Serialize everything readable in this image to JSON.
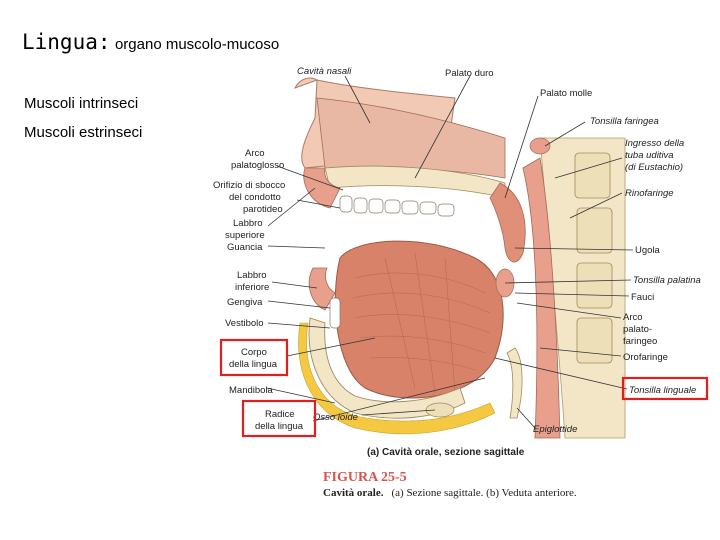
{
  "slide": {
    "title": "Lingua:",
    "subtitle": "organo muscolo-mucoso",
    "bullets": [
      "Muscoli intrinseci",
      "Muscoli estrinseci"
    ]
  },
  "figure": {
    "labels": {
      "cavita_nasali": "Cavità nasali",
      "palato_duro": "Palato duro",
      "palato_molle": "Palato molle",
      "tonsilla_faringea": "Tonsilla faringea",
      "arco_palatoglosso_1": "Arco",
      "arco_palatoglosso_2": "palatoglosso",
      "orifizio_1": "Orifizio di sbocco",
      "orifizio_2": "del condotto",
      "orifizio_3": "parotideo",
      "ingresso_1": "Ingresso della",
      "ingresso_2": "tuba uditiva",
      "ingresso_3": "(di Eustachio)",
      "labbro_sup_1": "Labbro",
      "labbro_sup_2": "superiore",
      "guancia": "Guancia",
      "rinofaringe": "Rinofaringe",
      "ugola": "Ugola",
      "labbro_inf_1": "Labbro",
      "labbro_inf_2": "inferiore",
      "tonsilla_palatina": "Tonsilla palatina",
      "gengiva": "Gengiva",
      "fauci": "Fauci",
      "vestibolo": "Vestibolo",
      "arco_palatofaringeo_1": "Arco",
      "arco_palatofaringeo_2": "palato-",
      "arco_palatofaringeo_3": "faringeo",
      "corpo_1": "Corpo",
      "corpo_2": "della lingua",
      "orofaringe": "Orofaringe",
      "mandibola": "Mandibola",
      "tonsilla_linguale": "Tonsilla linguale",
      "radice_1": "Radice",
      "radice_2": "della lingua",
      "osso_ioide": "Osso ioide",
      "epiglottide": "Epiglottide"
    },
    "caption_sub": "(a) Cavità orale, sezione sagittale",
    "figure_title": "FIGURA 25-5",
    "figure_caption_bold": "Cavità orale.",
    "figure_caption_rest": "(a) Sezione sagittale. (b) Veduta anteriore."
  },
  "colors": {
    "highlight_box": "#e02020",
    "muscle": "#d9826a",
    "mucosa": "#e8a08c",
    "bone": "#f2e6c6",
    "fat": "#f5c842",
    "figure_title": "#d9534f"
  }
}
